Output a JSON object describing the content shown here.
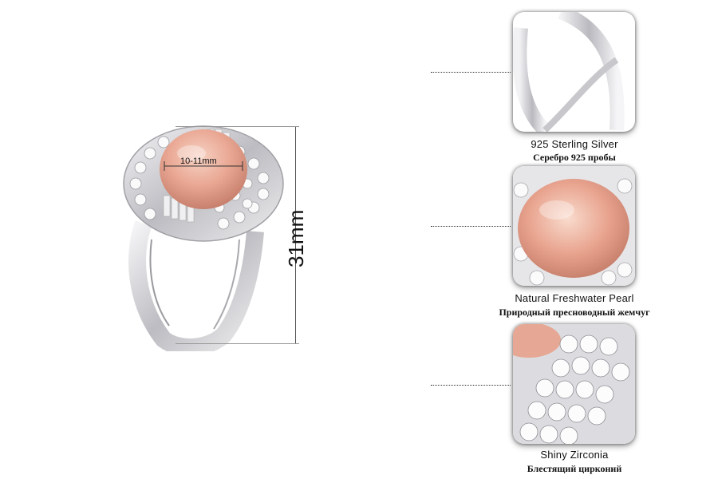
{
  "dimension": {
    "height_label": "31mm",
    "pearl_label": "10-11mm"
  },
  "features": [
    {
      "name_en": "925 Sterling Silver",
      "name_ru": "Серебро 925 пробы",
      "icon": "silver-band-closeup"
    },
    {
      "name_en": "Natural Freshwater Pearl",
      "name_ru": "Природный пресноводный жемчуг",
      "icon": "pearl-closeup"
    },
    {
      "name_en": "Shiny Zirconia",
      "name_ru": "Блестящий цирконий",
      "icon": "zirconia-closeup"
    }
  ],
  "colors": {
    "pearl": "#e9a793",
    "silver": "#d9d9dc",
    "text": "#111111"
  }
}
